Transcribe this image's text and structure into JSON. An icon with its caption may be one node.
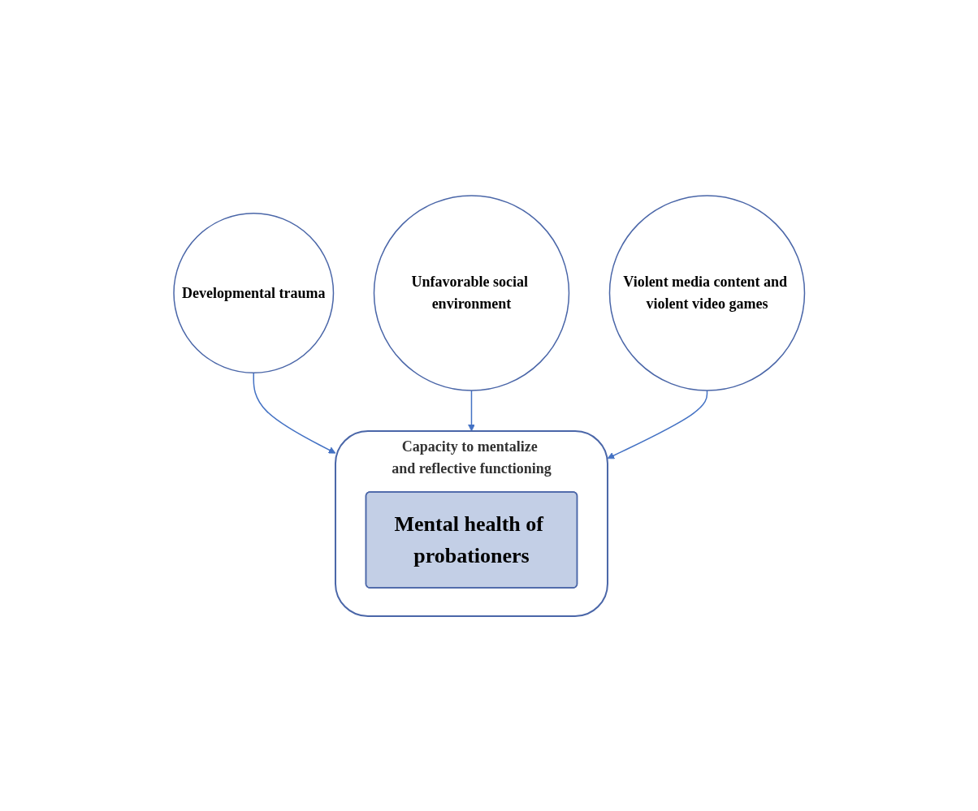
{
  "diagram": {
    "nodes": [
      {
        "text": [
          "Developmental trauma"
        ]
      },
      {
        "text": [
          "Capacity to mentalize and reflective functioning"
        ]
      },
      {
        "text": [
          "Mental health of probationers"
        ],
        "in": 1
      },
      {
        "text": [
          "Unfavorable social environment"
        ]
      },
      {
        "text": [
          "Violent media content and violent video games"
        ]
      }
    ],
    "edges": [
      {
        "from": 0,
        "to": 1,
        "arrow": "to"
      },
      {
        "from": 3,
        "to": 1,
        "arrow": "to"
      },
      {
        "from": 4,
        "to": 1,
        "arrow": "to"
      }
    ]
  }
}
